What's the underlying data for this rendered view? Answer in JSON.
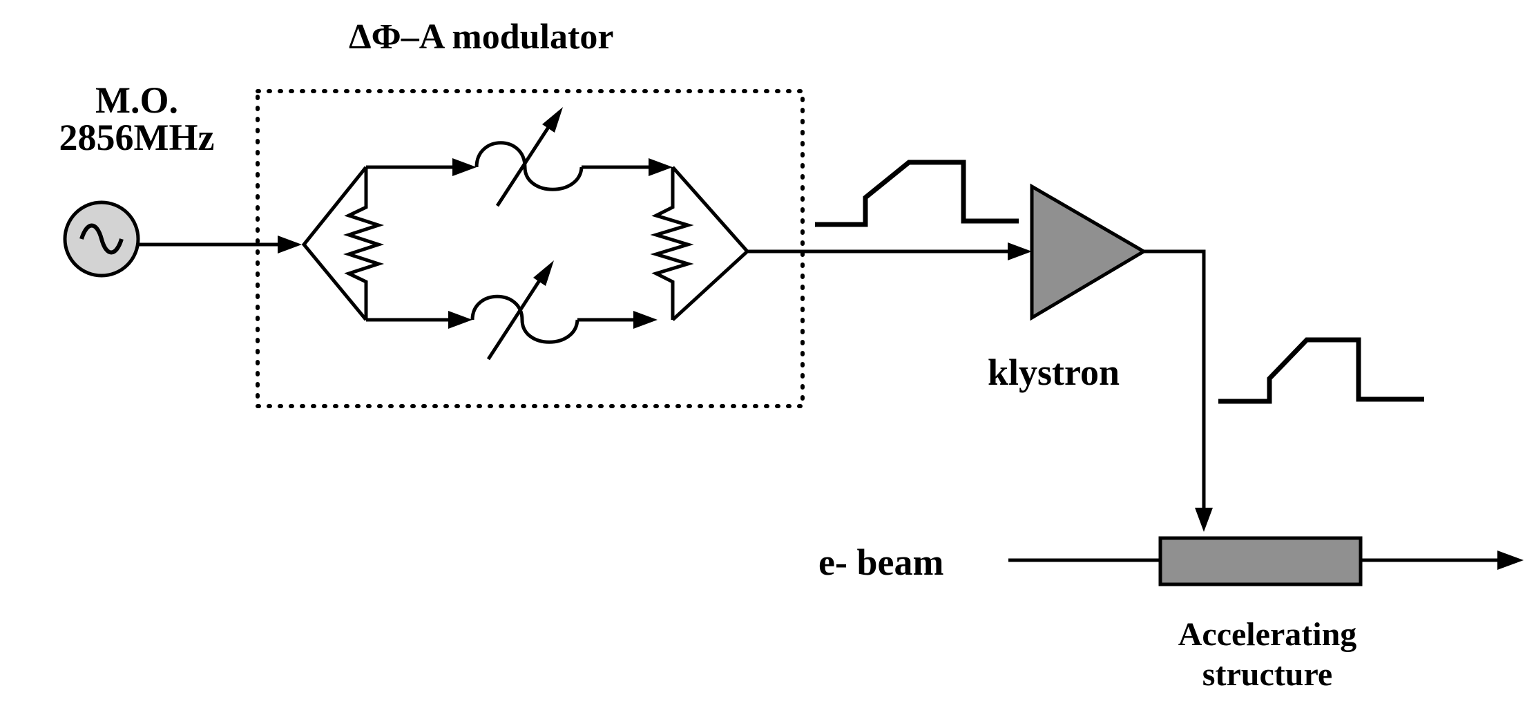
{
  "labels": {
    "modulator_title": "ΔΦ–A modulator",
    "oscillator_line1": "M.O.",
    "oscillator_line2": "2856MHz",
    "klystron": "klystron",
    "ebeam": "e- beam",
    "structure_line1": "Accelerating",
    "structure_line2": "structure"
  },
  "colors": {
    "stroke": "#000000",
    "fill_gray": "#909090",
    "oscillator_fill": "#d3d3d3",
    "background": "#ffffff"
  },
  "icons": {
    "oscillator": "sine-wave-source-icon",
    "klystron": "amplifier-triangle-icon",
    "resistor": "zigzag-resistor-icon",
    "phase_shifter": "variable-phase-shifter-icon"
  }
}
